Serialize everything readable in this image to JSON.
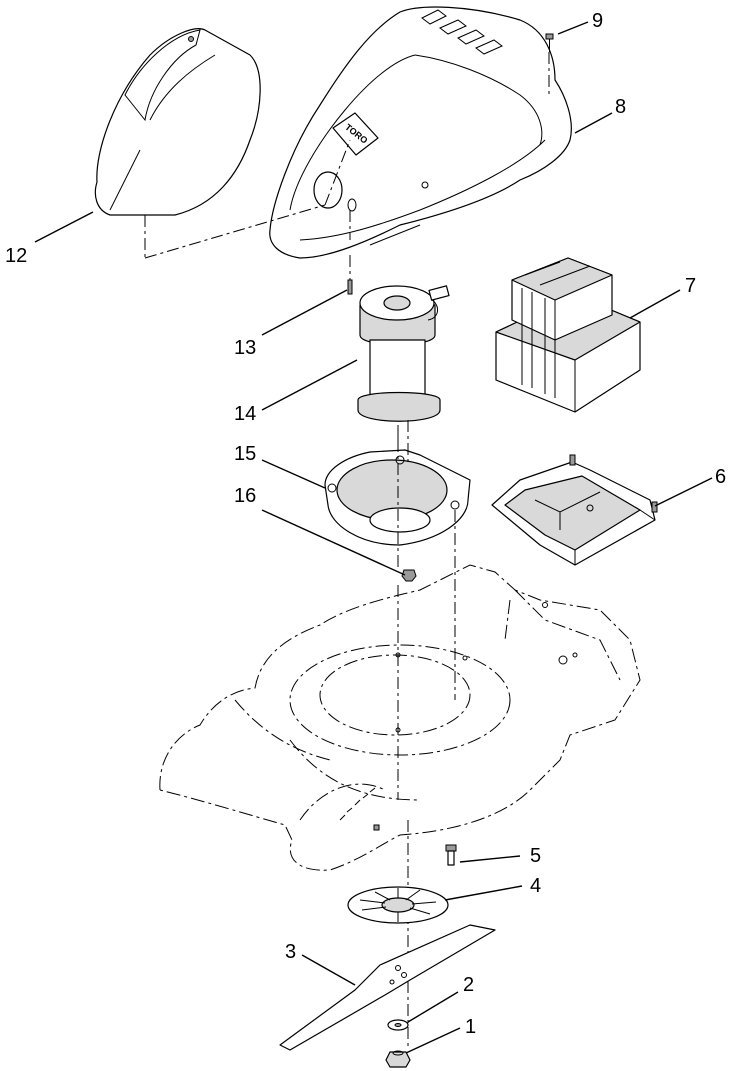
{
  "callouts": [
    {
      "id": "c1",
      "text": "1"
    },
    {
      "id": "c2",
      "text": "2"
    },
    {
      "id": "c3",
      "text": "3"
    },
    {
      "id": "c4",
      "text": "4"
    },
    {
      "id": "c5",
      "text": "5"
    },
    {
      "id": "c6",
      "text": "6"
    },
    {
      "id": "c7",
      "text": "7"
    },
    {
      "id": "c8",
      "text": "8"
    },
    {
      "id": "c9",
      "text": "9"
    },
    {
      "id": "c12",
      "text": "12"
    },
    {
      "id": "c13",
      "text": "13"
    },
    {
      "id": "c14",
      "text": "14"
    },
    {
      "id": "c15",
      "text": "15"
    },
    {
      "id": "c16",
      "text": "16"
    }
  ],
  "logo_text": "TORO",
  "colors": {
    "line": "#000000",
    "background": "#ffffff",
    "shading": "#d9d9d9"
  }
}
